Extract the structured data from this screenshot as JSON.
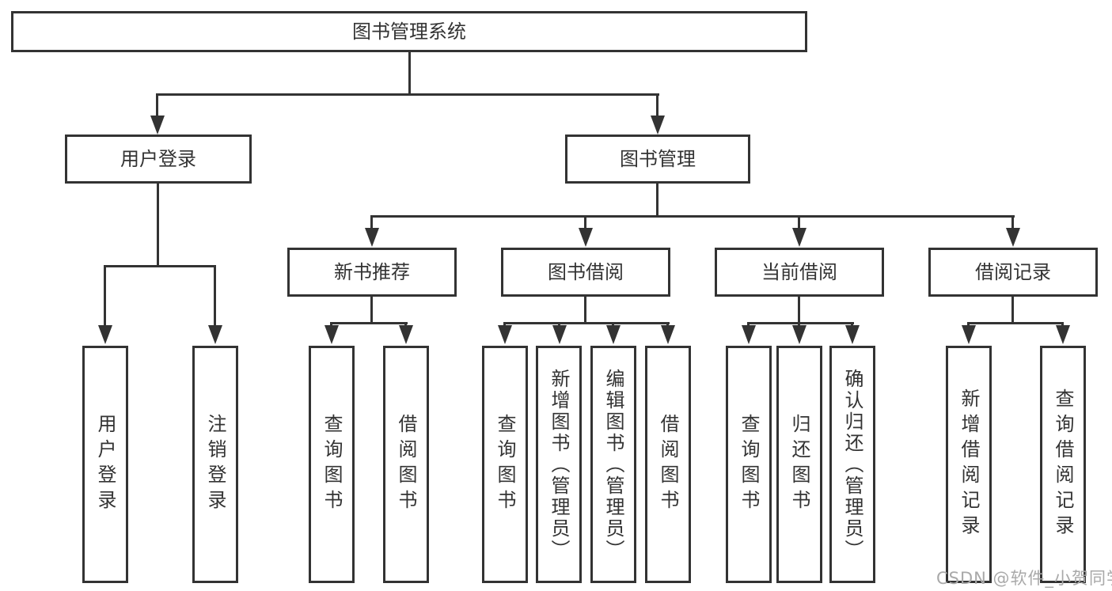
{
  "diagram": {
    "colors": {
      "line": "#333333",
      "background": "#ffffff",
      "text": "#333333",
      "watermark": "#a9a9a9"
    },
    "nodes": {
      "root": "图书管理系统",
      "user_login": "用户登录",
      "book_mgmt": "图书管理",
      "new_books": "新书推荐",
      "book_borrow": "图书借阅",
      "current_borrow": "当前借阅",
      "borrow_records": "借阅记录",
      "leaf_user_login": "用户登录",
      "leaf_logout": "注销登录",
      "leaf_nb_query": "查询图书",
      "leaf_nb_borrow": "借阅图书",
      "leaf_bb_query": "查询图书",
      "leaf_bb_add": "新增图书（管理员）",
      "leaf_bb_edit": "编辑图书（管理员）",
      "leaf_bb_borrow": "借阅图书",
      "leaf_cb_query": "查询图书",
      "leaf_cb_return": "归还图书",
      "leaf_cb_confirm": "确认归还（管理员）",
      "leaf_rec_add": "新增借阅记录",
      "leaf_rec_query": "查询借阅记录"
    },
    "hierarchy": {
      "图书管理系统": {
        "用户登录": [
          "用户登录",
          "注销登录"
        ],
        "图书管理": {
          "新书推荐": [
            "查询图书",
            "借阅图书"
          ],
          "图书借阅": [
            "查询图书",
            "新增图书（管理员）",
            "编辑图书（管理员）",
            "借阅图书"
          ],
          "当前借阅": [
            "查询图书",
            "归还图书",
            "确认归还（管理员）"
          ],
          "借阅记录": [
            "新增借阅记录",
            "查询借阅记录"
          ]
        }
      }
    },
    "watermark": "CSDN @软件_小贺同学"
  }
}
